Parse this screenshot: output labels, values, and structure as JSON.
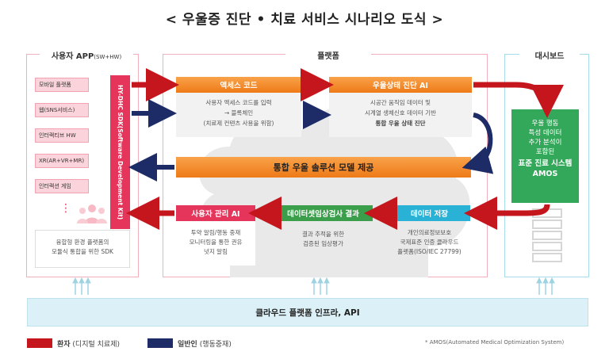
{
  "title": "< 우울증 진단 • 치료 서비스 시나리오 도식 >",
  "panels": {
    "user_app": "사용자 APP",
    "user_app_suffix": "(SW+HW)",
    "platform": "플랫폼",
    "dashboard": "대시보드"
  },
  "devices": [
    "모바일 플랫폼",
    "웹(SNS서비스)",
    "인터랙티브 HW",
    "XR(AR+VR+MR)",
    "인터랙션 게임"
  ],
  "device_dots": "⋮",
  "sdk_label": "HY-DHC SDK(Software Development Kit)",
  "sdk_desc": [
    "융합형 환경 플랫폼의",
    "모듈식 통합을 위한 SDK"
  ],
  "access_code": {
    "header": "액세스 코드",
    "lines": [
      "사용자 액세스 코드를 입력",
      "→ 블록체인",
      "(치료제 컨텐츠 사용을 위함)"
    ]
  },
  "diagnosis": {
    "header": "우울상태 진단 AI",
    "lines": [
      "시공간 움직임 데이터 및",
      "시계열 생체신호 데이터 기반",
      "통합 우울 상태 진단"
    ]
  },
  "integrated": "통합 우울 솔루션 모델 제공",
  "user_mgmt": {
    "header": "사용자 관리 AI",
    "lines": [
      "투약 알림/행동 중재",
      "모니터링을 통한 권유",
      "넛지 알림"
    ]
  },
  "dataset": {
    "header": "데이터셋임상검사 결과",
    "lines": [
      "결과 추적을 위한",
      "검증된 임상평가"
    ]
  },
  "storage": {
    "header": "데이터 저장",
    "lines": [
      "개인의료정보보호",
      "국제표준 인증 클라우드",
      "플랫폼(ISO/IEC 27799)"
    ]
  },
  "dashboard_box": {
    "lines": [
      "우울 행동",
      "특성 데이터",
      "추가 분석이",
      "포함된"
    ],
    "bold": "표준 진료 시스템",
    "bold2": "AMOS"
  },
  "cloud": "클라우드 플랫폼 인프라, API",
  "legend": {
    "patient_bold": "환자",
    "patient_rest": " (디지털 치료제)",
    "general_bold": "일반인",
    "general_rest": " (행동중재)"
  },
  "footnote": "* AMOS(Automated Medical Optimization System)",
  "colors": {
    "patient": "#c4161c",
    "general": "#1d2b66",
    "sdk": "#e5355a",
    "orange": "#f08a24",
    "green": "#3a9e4b",
    "cyan": "#2ab2d6",
    "dashboard": "#34a85a"
  }
}
